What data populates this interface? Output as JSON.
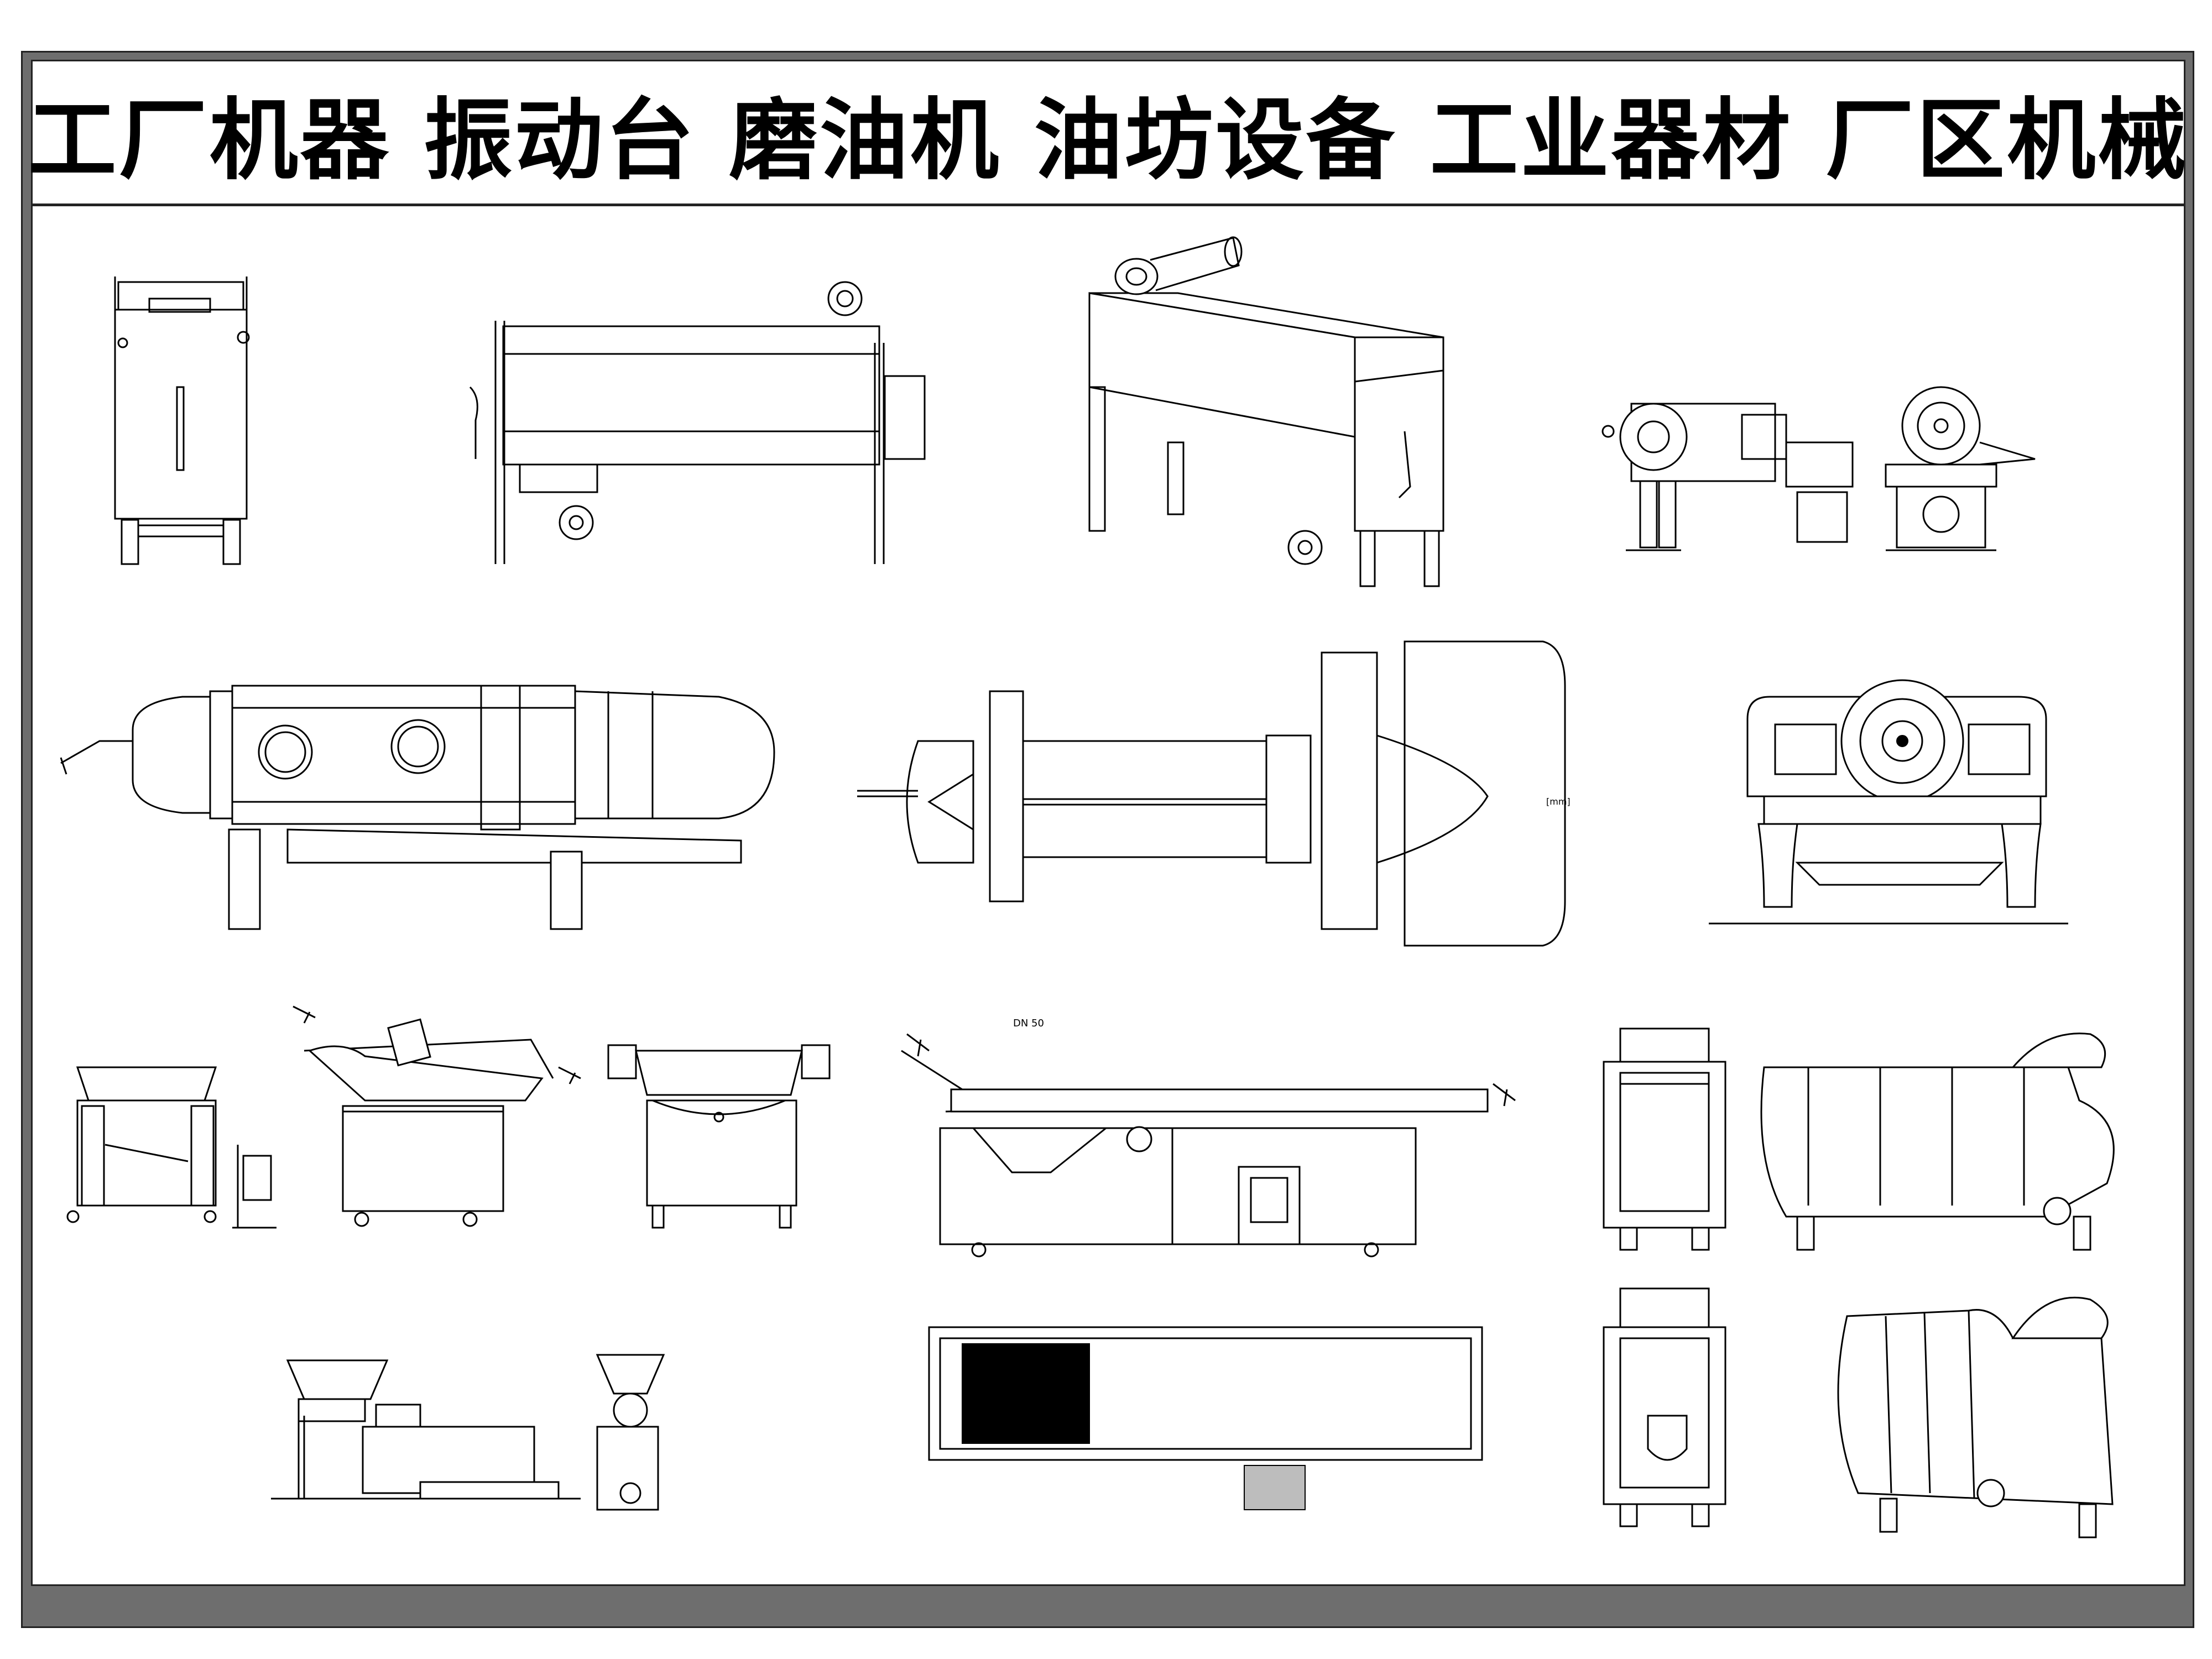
{
  "title": "工厂机器  振动台  磨油机  油坊设备  工业器材  厂区机械",
  "labels": {
    "unit": "[mm]",
    "pipe_size": "DN 50"
  }
}
